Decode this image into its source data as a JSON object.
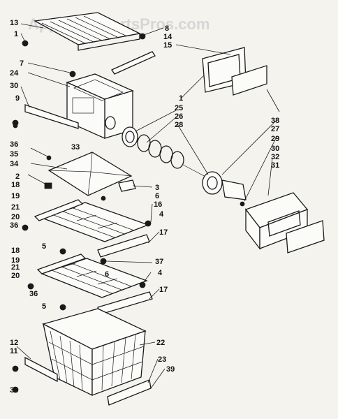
{
  "watermark": "AppliancePartsPros.com",
  "labels": [
    "13",
    "1",
    "8",
    "14",
    "15",
    "7",
    "24",
    "30",
    "9",
    "1",
    "25",
    "26",
    "28",
    "38",
    "27",
    "29",
    "30",
    "32",
    "31",
    "36",
    "33",
    "35",
    "34",
    "2",
    "18",
    "19",
    "21",
    "20",
    "36",
    "3",
    "6",
    "16",
    "4",
    "17",
    "5",
    "6",
    "18",
    "19",
    "21",
    "20",
    "37",
    "4",
    "36",
    "5",
    "17",
    "12",
    "11",
    "36",
    "22",
    "23",
    "39"
  ]
}
